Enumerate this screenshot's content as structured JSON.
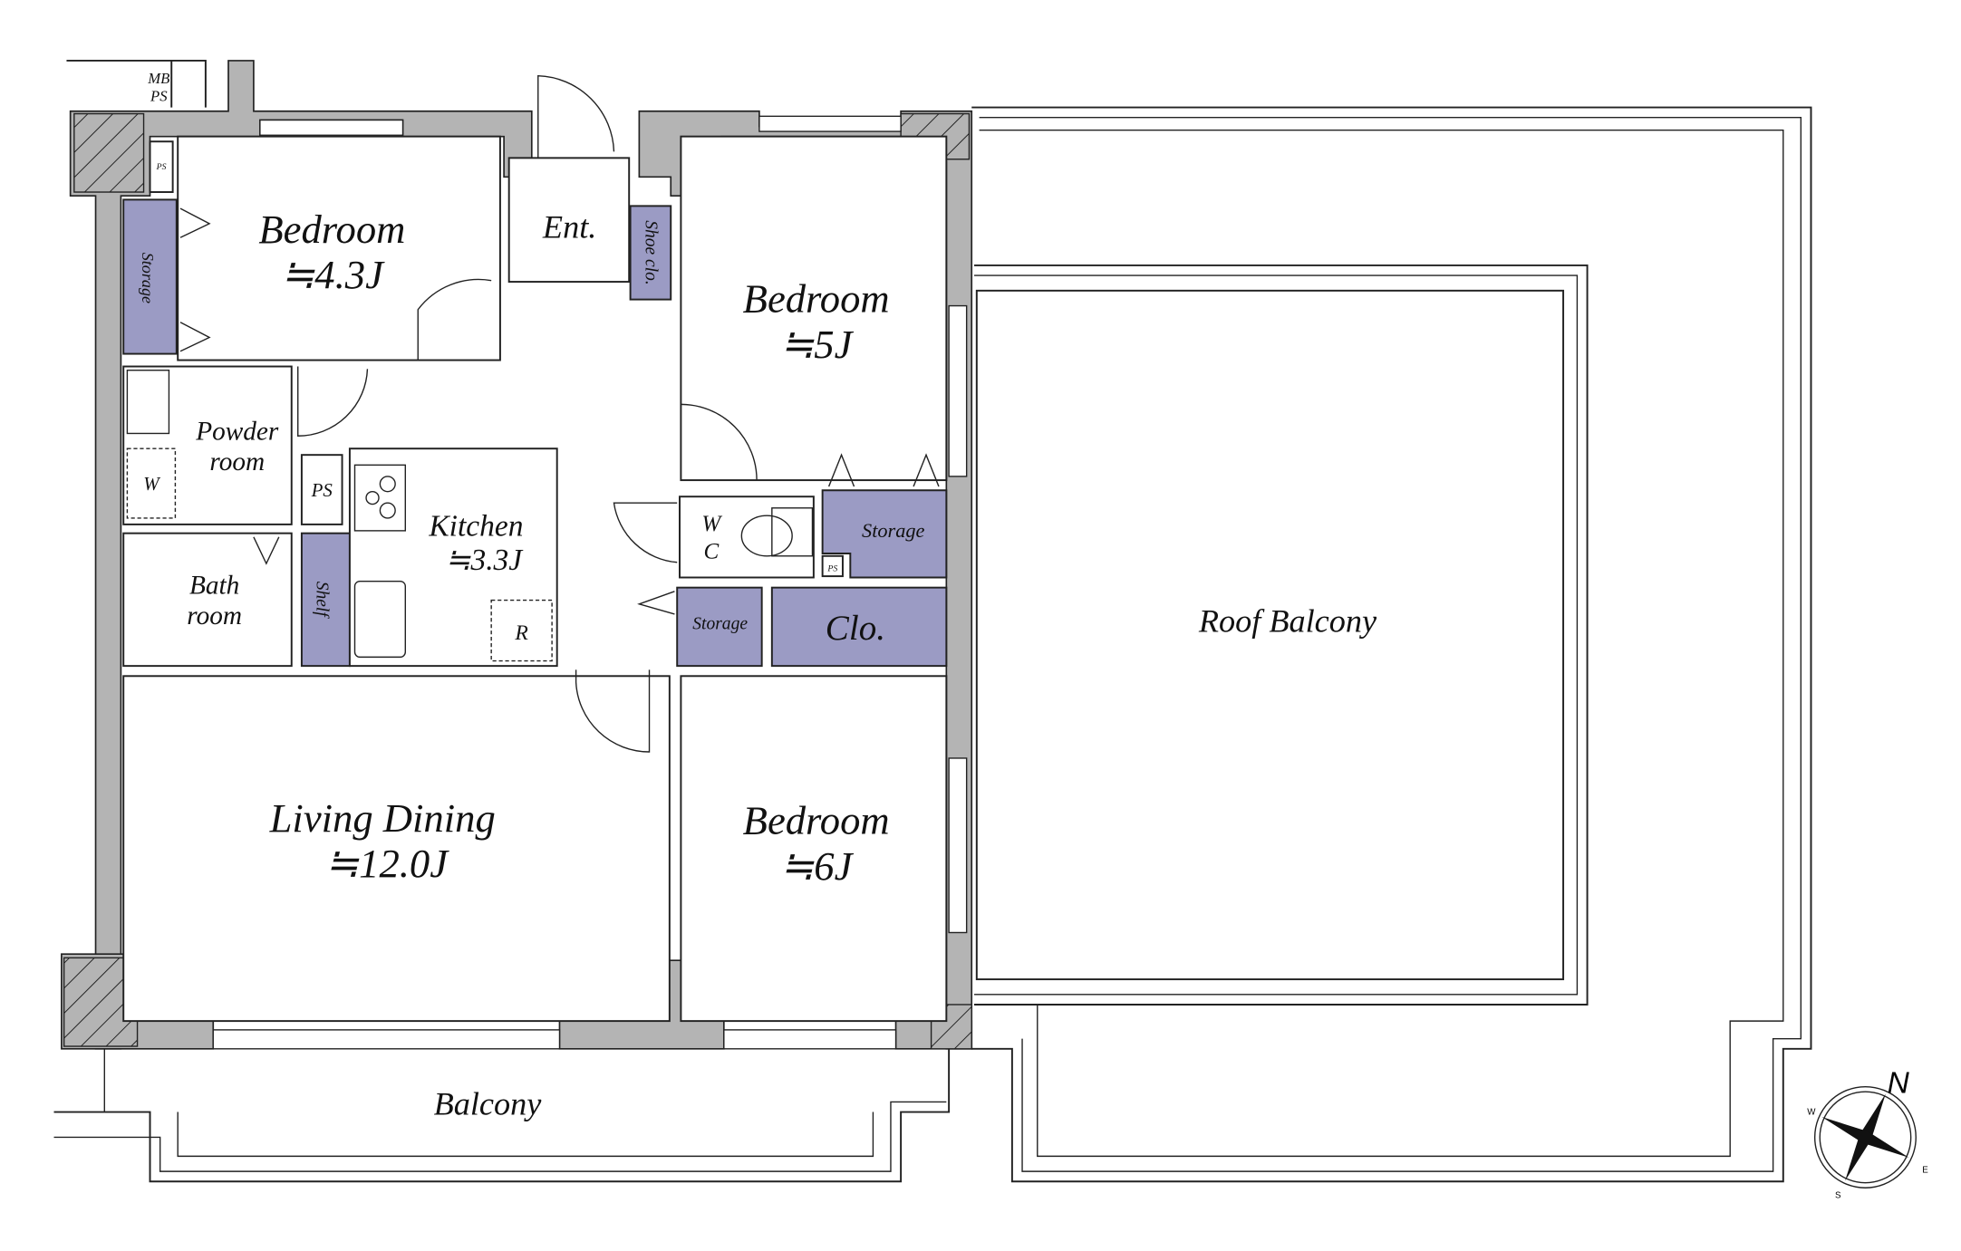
{
  "labels": {
    "mb_ps": [
      "MB",
      "PS"
    ],
    "ps": "PS",
    "bedroom1": {
      "name": "Bedroom",
      "size": "≒4.3J"
    },
    "storage_left": "Storage",
    "entrance": "Ent.",
    "shoe_closet": "Shoe clo.",
    "bedroom2": {
      "name": "Bedroom",
      "size": "≒5J"
    },
    "powder_room": [
      "Powder",
      "room"
    ],
    "washer": "W",
    "bath_room": [
      "Bath",
      "room"
    ],
    "kitchen_ps": "PS",
    "shelf": "Shelf",
    "kitchen": {
      "name": "Kitchen",
      "size": "≒3.3J"
    },
    "fridge": "R",
    "wc": [
      "W",
      "C"
    ],
    "storage_wc": "Storage",
    "wc_ps": "PS",
    "storage_hall": "Storage",
    "closet": "Clo.",
    "living_dining": {
      "name": "Living Dining",
      "size": "≒12.0J"
    },
    "bedroom3": {
      "name": "Bedroom",
      "size": "≒6J"
    },
    "balcony": "Balcony",
    "roof_balcony": "Roof Balcony",
    "compass": {
      "n": "N",
      "e": "E",
      "s": "S",
      "w": "W"
    }
  },
  "colors": {
    "storage": "#9b9bc4",
    "wall": "#b4b4b4"
  }
}
